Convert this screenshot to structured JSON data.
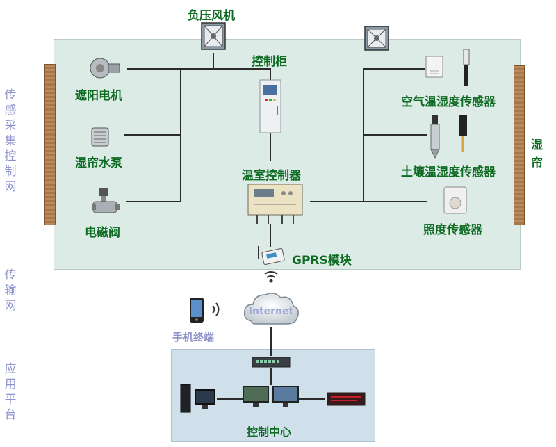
{
  "side_labels": [
    "传感采集控制网",
    "传输网",
    "应用平台"
  ],
  "fan_label": "负压风机",
  "cabinet_label": "控制柜",
  "shade_motor_label": "遮阳电机",
  "curtain_pump_label": "湿帘水泵",
  "solenoid_valve_label": "电磁阀",
  "greenhouse_controller_label": "温室控制器",
  "gprs_label": "GPRS模块",
  "air_sensor_label": "空气温湿度传感器",
  "soil_sensor_label": "土壤温湿度传感器",
  "light_sensor_label": "照度传感器",
  "wet_curtain_label": "湿帘",
  "internet_label": "Internet",
  "mobile_label": "手机终端",
  "control_center_label": "控制中心"
}
